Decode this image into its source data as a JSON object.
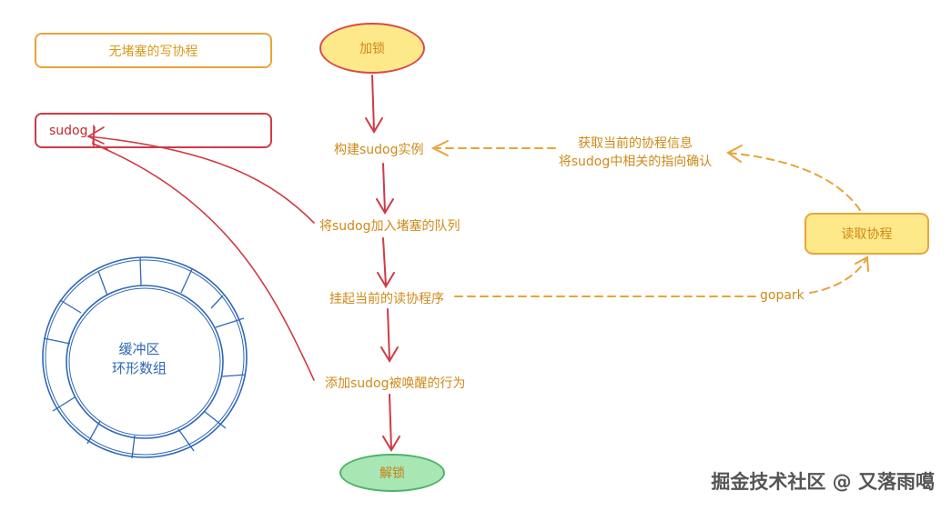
{
  "legend": {
    "writer_label": "无堵塞的写协程",
    "sudog_label": "sudog"
  },
  "flow": {
    "start": "加锁",
    "steps": [
      "构建sudog实例",
      "将sudog加入堵塞的队列",
      "挂起当前的读协程序",
      "添加sudog被唤醒的行为"
    ],
    "end": "解锁"
  },
  "reader": {
    "label": "读取协程",
    "gopark_label": "gopark",
    "note_line1": "获取当前的协程信息",
    "note_line2": "将sudog中相关的指向确认"
  },
  "buffer": {
    "line1": "缓冲区",
    "line2": "环形数组"
  },
  "watermark": "掘金技术社区 @ 又落雨噶",
  "colors": {
    "red": "#cf3b45",
    "orange": "#e8a33a",
    "blue": "#2f67b8",
    "yellow_fill": "#fde88a",
    "green_fill": "#a8e6b3"
  }
}
